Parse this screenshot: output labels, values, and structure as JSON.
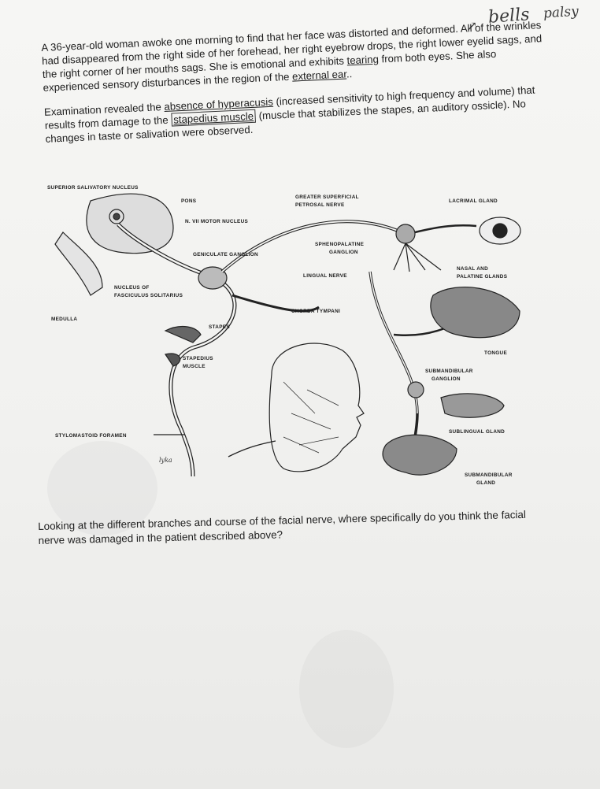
{
  "case": {
    "para1": {
      "intro": "A 36-year-old woman awoke one morning to find that her face was distorted and deformed. All of the wrinkles had disappeared from the right side of her forehead, her right eyebrow drops, the right lower eyelid sags, and the right corner of her mouths sags. She is emotional and exhibits",
      "tearing": "tearing",
      "mid": "from both eyes. She also experienced sensory disturbances in the region of the",
      "external_ear": "external ear",
      "end": ".."
    },
    "para2": {
      "start": "Examination revealed the",
      "absence": "absence of hyperacusis",
      "mid1": "(increased sensitivity to high frequency and volume) that results from damage to the",
      "stapedius": "stapedius muscle",
      "mid2": "(muscle that stabilizes the stapes, an auditory ossicle). No changes in taste or salivation were observed."
    }
  },
  "handwriting": {
    "bells": "bells",
    "palsy": "palsy",
    "arrow": "↗",
    "lyka": "lyka"
  },
  "diagram": {
    "labels": {
      "superior_salivatory": "SUPERIOR SALIVATORY NUCLEUS",
      "pons": "PONS",
      "greater_superficial": "GREATER SUPERFICIAL",
      "petrosal_nerve": "PETROSAL NERVE",
      "lacrimal_gland": "LACRIMAL GLAND",
      "motor_nucleus": "N. VII MOTOR NUCLEUS",
      "sphenopalatine": "SPHENOPALATINE",
      "ganglion": "GANGLION",
      "geniculate": "GENICULATE GANGLION",
      "nasal_and": "NASAL AND",
      "palatine_glands": "PALATINE GLANDS",
      "lingual_nerve": "LINGUAL NERVE",
      "nucleus_of": "NUCLEUS OF",
      "fasciculus": "FASCICULUS SOLITARIUS",
      "chorda_tympani": "CHORDA TYMPANI",
      "medulla": "MEDULLA",
      "stapes": "STAPES",
      "tongue": "TONGUE",
      "stapedius": "STAPEDIUS",
      "muscle": "MUSCLE",
      "submandibular": "SUBMANDIBULAR",
      "sub_ganglion": "GANGLION",
      "stylomastoid": "STYLOMASTOID FORAMEN",
      "sublingual_gland": "SUBLINGUAL GLAND",
      "submandibular_gland": "SUBMANDIBULAR",
      "gland": "GLAND"
    }
  },
  "question": "Looking at the different branches and course of the facial nerve, where specifically do you think the facial nerve was damaged in the patient described above?"
}
